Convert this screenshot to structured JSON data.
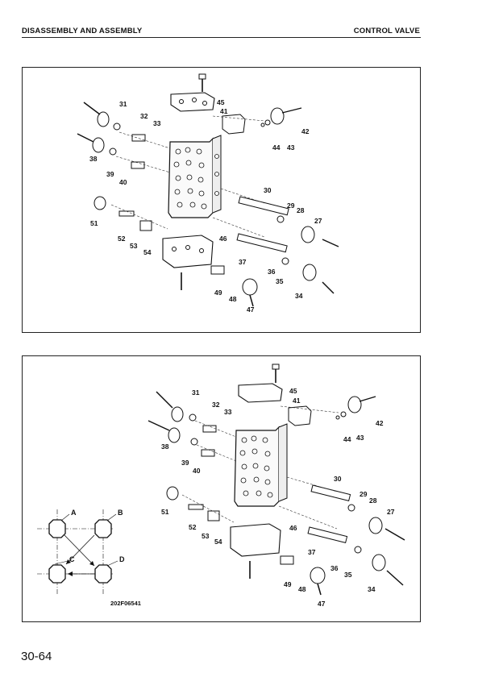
{
  "header": {
    "left": "DISASSEMBLY AND ASSEMBLY",
    "right": "CONTROL VALVE"
  },
  "top_figure": {
    "callouts": [
      "31",
      "32",
      "33",
      "45",
      "41",
      "42",
      "43",
      "44",
      "38",
      "39",
      "40",
      "30",
      "29",
      "28",
      "27",
      "51",
      "52",
      "53",
      "54",
      "46",
      "37",
      "36",
      "35",
      "34",
      "49",
      "48",
      "47"
    ]
  },
  "bottom_figure": {
    "callouts": [
      "31",
      "32",
      "33",
      "45",
      "41",
      "42",
      "43",
      "44",
      "38",
      "39",
      "40",
      "30",
      "29",
      "28",
      "27",
      "51",
      "52",
      "53",
      "54",
      "46",
      "37",
      "36",
      "35",
      "34",
      "49",
      "48",
      "47"
    ],
    "tightening_order": {
      "bolts": [
        "A",
        "B",
        "C",
        "D"
      ]
    },
    "figure_code": "202F06541"
  },
  "footer": {
    "page_number": "30-64"
  }
}
